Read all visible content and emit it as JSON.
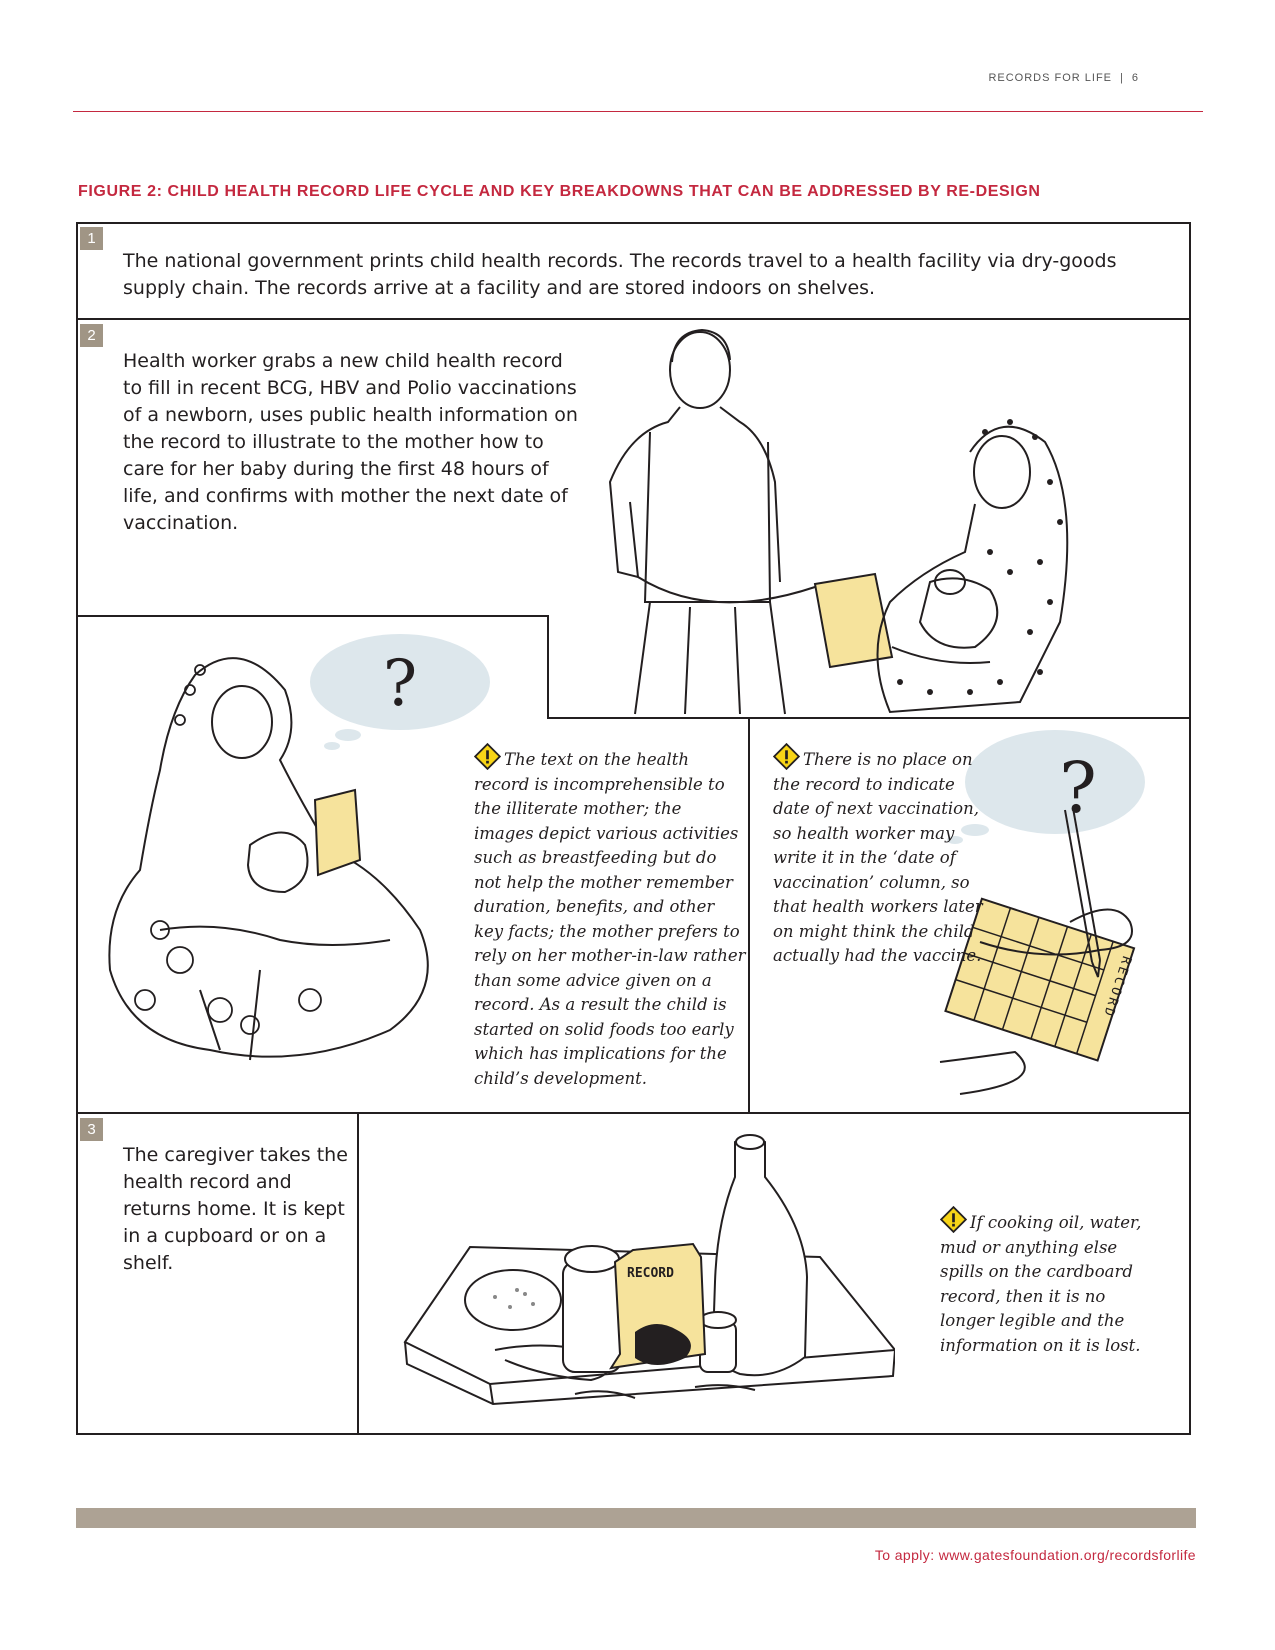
{
  "header": {
    "publication": "RECORDS FOR LIFE",
    "separator": "|",
    "page_number": "6"
  },
  "figure_title": "FIGURE 2: CHILD HEALTH RECORD LIFE CYCLE AND KEY BREAKDOWNS THAT CAN BE ADDRESSED BY RE-DESIGN",
  "steps": [
    {
      "number": "1",
      "text": "The national government prints child health records. The records travel to a health facility via dry-goods supply chain. The records arrive at a facility and are stored indoors on shelves."
    },
    {
      "number": "2",
      "text": "Health worker grabs a new child health record to fill in recent BCG, HBV and Polio vaccinations of a newborn, uses public health information on the record to illustrate to the mother how to care for her baby during the first 48 hours of life, and confirms with mother the next date of vaccination."
    },
    {
      "number": "3",
      "text": "The caregiver takes the health record and returns home. It is kept in a cupboard or on a shelf."
    }
  ],
  "callouts": [
    {
      "text": "The text on the health record is incomprehensible to the illiterate mother; the images depict various activities such as breastfeeding but do not help the mother remember duration, benefits, and other key facts; the mother prefers to rely on her mother-in-law rather than some advice given on a record. As a result the child is started on solid foods too early which has implications for the child’s development."
    },
    {
      "text": "There is no place on the record to indicate date of next vaccination, so health worker may write it in the ‘date of vaccination’ column, so that health workers later on might think the child actually had the vaccine."
    },
    {
      "text": "If cooking oil, water, mud or anything else spills on the cardboard record, then it is no longer legible and the information on it is lost."
    }
  ],
  "illustration_labels": {
    "record_card": "RECORD",
    "record_sheet": "RECORD",
    "question_mark": "?"
  },
  "footer": {
    "apply_text": "To apply: www.gatesfoundation.org/recordsforlife"
  },
  "colors": {
    "accent": "#c4283f",
    "badge": "#a09585",
    "footer_bar": "#ada294",
    "bubble": "#dde7ec",
    "record_yellow": "#f6e39c",
    "warning_yellow": "#f7d417"
  }
}
